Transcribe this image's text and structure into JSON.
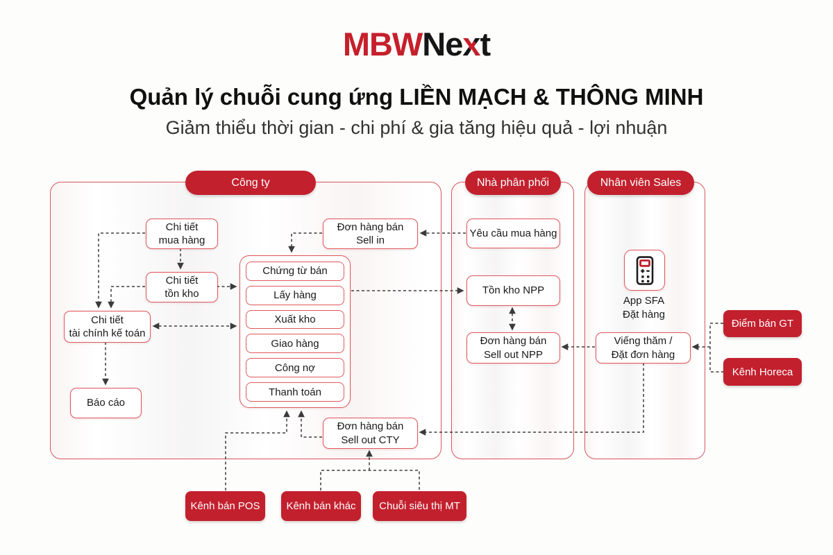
{
  "logo": {
    "mbw": "MBW",
    "ne": "Ne",
    "x": "x",
    "t": "t"
  },
  "header": {
    "title": "Quản lý chuỗi cung ứng LIỀN MẠCH & THÔNG MINH",
    "subtitle": "Giảm thiểu thời gian - chi phí & gia tăng hiệu quả - lợi nhuận"
  },
  "colors": {
    "accent_red": "#c3202e",
    "box_border_red": "#e0565c",
    "arrow_gray": "#3b3b3b",
    "background": "#fdfdfb"
  },
  "sections": {
    "company": {
      "label": "Công ty"
    },
    "distributor": {
      "label": "Nhà phân phối"
    },
    "sales": {
      "label": "Nhân viên Sales"
    }
  },
  "company": {
    "purchase_detail": "Chi tiết\nmua hàng",
    "inventory_detail": "Chi tiết\ntồn kho",
    "finance_detail": "Chi tiết\ntài chính kế toán",
    "report": "Báo cáo",
    "process": [
      "Chứng từ bán",
      "Lấy hàng",
      "Xuất kho",
      "Giao hàng",
      "Công nợ",
      "Thanh toán"
    ],
    "sell_in": "Đơn hàng bán\nSell in",
    "sell_out_cty": "Đơn hàng bán\nSell out CTY"
  },
  "distributor": {
    "purchase_request": "Yêu cầu mua hàng",
    "npp_inventory": "Tồn kho NPP",
    "sell_out_npp": "Đơn hàng bán\nSell out NPP"
  },
  "sales": {
    "app_icon": "calculator-icon",
    "app_label": "App SFA\nĐặt hàng",
    "visit": "Viếng thăm /\nĐặt đơn hàng"
  },
  "channels": {
    "gt": "Điểm bán GT",
    "horeca": "Kênh Horeca",
    "pos": "Kênh bán POS",
    "other": "Kênh bán khác",
    "mt": "Chuỗi siêu thị MT"
  }
}
